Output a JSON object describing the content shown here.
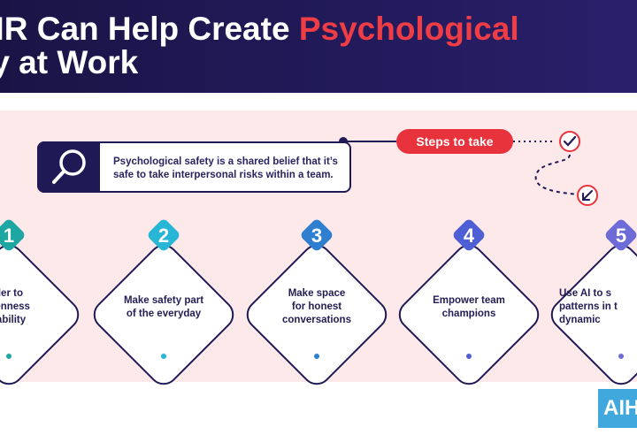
{
  "header": {
    "title_white": "HR Can Help Create ",
    "title_red": "Psychological",
    "title_line2": "ty at Work"
  },
  "info": {
    "icon": "search-icon",
    "text": "Psychological safety is a shared belief that it’s safe to take interpersonal risks within a team."
  },
  "steps_label": "Steps to take",
  "steps": [
    {
      "number": "1",
      "text": "leader to\nh openness\nlnerability",
      "color": "#1ea6a3"
    },
    {
      "number": "2",
      "text": "Make safety part\nof the everyday",
      "color": "#27b6d6"
    },
    {
      "number": "3",
      "text": "Make space\nfor honest\nconversations",
      "color": "#2f7fd0"
    },
    {
      "number": "4",
      "text": "Empower team\nchampions",
      "color": "#4e5fd6"
    },
    {
      "number": "5",
      "text": "Use AI to s\npatterns in t\ndynamic",
      "color": "#6d6bd8"
    }
  ],
  "logo": {
    "text": "AIH"
  },
  "colors": {
    "navy": "#1f1a55",
    "red": "#e8333c",
    "pink_bg": "#fde9ea"
  }
}
